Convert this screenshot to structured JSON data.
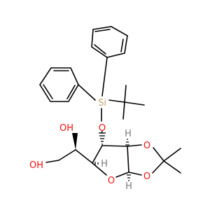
{
  "colors": {
    "bond": "#000000",
    "oxygen": "#ff0d0d",
    "silicon": "#c8a078",
    "hydrogen": "#7a7a7a",
    "background": "#ffffff"
  },
  "labels": {
    "si": "Si",
    "o_silyl": "O",
    "o_diol": "OH",
    "o_primary": "OH",
    "o_ring_furan": "O",
    "o_ring_dioxolane_a": "O",
    "o_ring_dioxolane_b": "O",
    "h_c2": "H",
    "h_c3": "H",
    "h_c4": "H"
  }
}
